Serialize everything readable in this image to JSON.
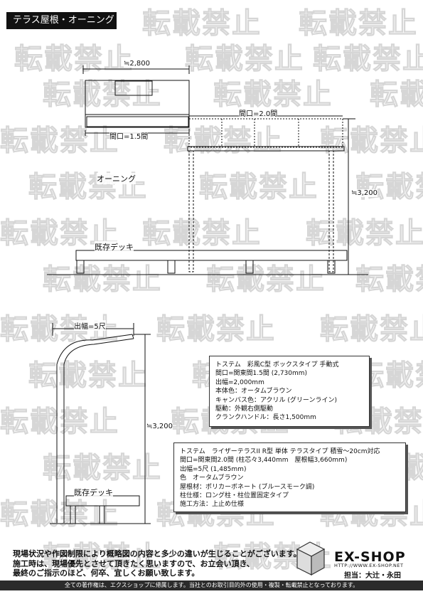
{
  "title": "テラス屋根・オーニング",
  "watermark_text": "転載禁止",
  "top_drawing": {
    "width_label": "≒2,800",
    "awning_opening_label": "間口=1.5間",
    "terrace_opening_label": "間口=2.0間",
    "height_label": "≒3,200",
    "awning_label": "オーニング",
    "deck_label": "既存デッキ"
  },
  "side_drawing": {
    "depth_label": "出幅=5尺",
    "height_label": "≒3,200",
    "deck_label": "既存デッキ"
  },
  "awning_spec": [
    "トステム　彩風C型 ボックスタイプ 手動式",
    "間口=関東間1.5間 (2,730mm)",
    "出幅=2,000mm",
    "本体色：オータムブラウン",
    "キャンバス色：アクリル (グリーンライン)",
    "駆動：外観右側駆動",
    "クランクハンドル：長さ1,500mm"
  ],
  "terrace_spec": [
    "トステム　ライザーテラスII R型 単体 テラスタイプ 積雪～20cm対応",
    "間口=関東間2.0間 (柱芯々3,440mm　屋根幅3,660mm)",
    "出幅=5尺 (1,485mm)",
    "色　オータムブラウン",
    "屋根材：ポリカーボネート (ブルースモーク調)",
    "柱仕様：ロング柱・柱位置固定タイプ",
    "施工方法：上止め仕様"
  ],
  "notes": [
    "現場状況や作図制限により概略図の内容と多少の違いが生じることがございます。",
    "施工時は、現場優先とさせて頂きたく思いますので、お立会い頂き、",
    "最終のご指示のほど、何卒、宜しくお願い致します。"
  ],
  "logo": {
    "name": "EX-SHOP",
    "url": "HTTP://WWW.EX-SHOP.NET",
    "staff": "担当：大辻・永田"
  },
  "footer": "全ての著作権は、エクスショップに帰属します。当社とのお取引目的外の使用・複製・転載禁止となっております。"
}
